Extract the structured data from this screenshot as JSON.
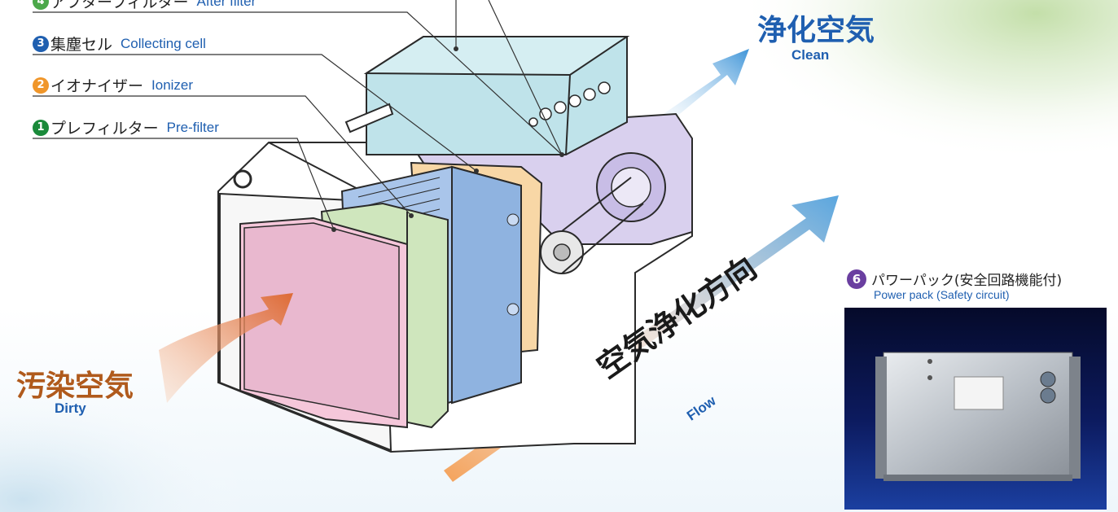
{
  "labels": {
    "after_filter": {
      "num": "4",
      "jp": "アフターフィルター",
      "en": "After filter",
      "color": "#4ca84a"
    },
    "collecting_cell": {
      "num": "3",
      "jp": "集塵セル",
      "en": "Collecting cell",
      "color": "#1f5fb0"
    },
    "ionizer": {
      "num": "2",
      "jp": "イオナイザー",
      "en": "Ionizer",
      "color": "#f0962a"
    },
    "pre_filter": {
      "num": "1",
      "jp": "プレフィルター",
      "en": "Pre-filter",
      "color": "#1a8a3a"
    }
  },
  "clean": {
    "jp": "浄化空気",
    "en": "Clean"
  },
  "dirty": {
    "jp": "汚染空気",
    "en": "Dirty"
  },
  "flow": {
    "jp": "空気浄化方向",
    "en": "Flow"
  },
  "power_pack": {
    "num": "6",
    "jp": "パワーパック(安全回路機能付)",
    "en": "Power pack (Safety circuit)",
    "color": "#6a3fa0"
  },
  "colors": {
    "clean_text": "#1f5fb0",
    "dirty_text": "#b05a1c",
    "flow_text": "#1a1a1a"
  }
}
